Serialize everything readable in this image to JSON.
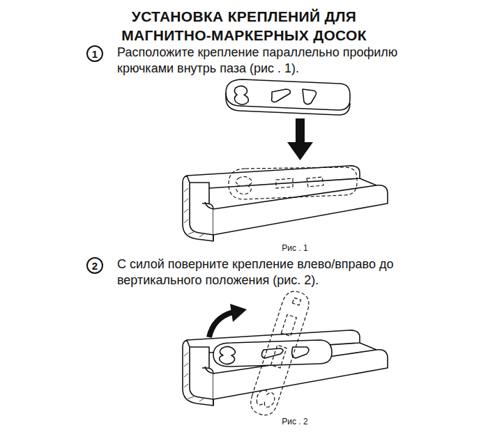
{
  "diagram": {
    "title": "УСТАНОВКА КРЕПЛЕНИЙ ДЛЯ МАГНИТНО-МАРКЕРНЫХ ДОСОК",
    "nodes": [
      {
        "text": [
          "1"
        ]
      },
      {
        "text": [
          "2"
        ]
      }
    ],
    "labels": [
      "Расположите крепление параллельно профилю крючками внутрь паза (рис . 1).",
      "Рис . 1",
      "С силой поверните крепление влево/вправо до вертикального положения (рис. 2).",
      "Рис . 2"
    ]
  }
}
